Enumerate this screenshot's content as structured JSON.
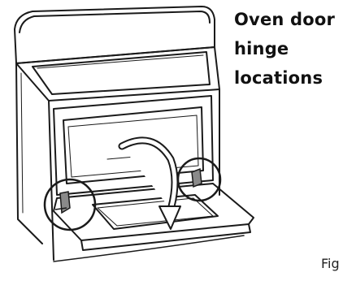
{
  "caption": {
    "lines": [
      "Oven door",
      "hinge",
      "locations"
    ]
  },
  "figure_label": "Fig",
  "illustration": {
    "subject": "range with open oven door",
    "icons": [
      "oven-range-icon",
      "curved-arrow-icon",
      "hinge-icon"
    ],
    "colors": {
      "line": "#1a1a1a",
      "hinge_fill": "#8a8a8a",
      "background": "#ffffff"
    }
  }
}
